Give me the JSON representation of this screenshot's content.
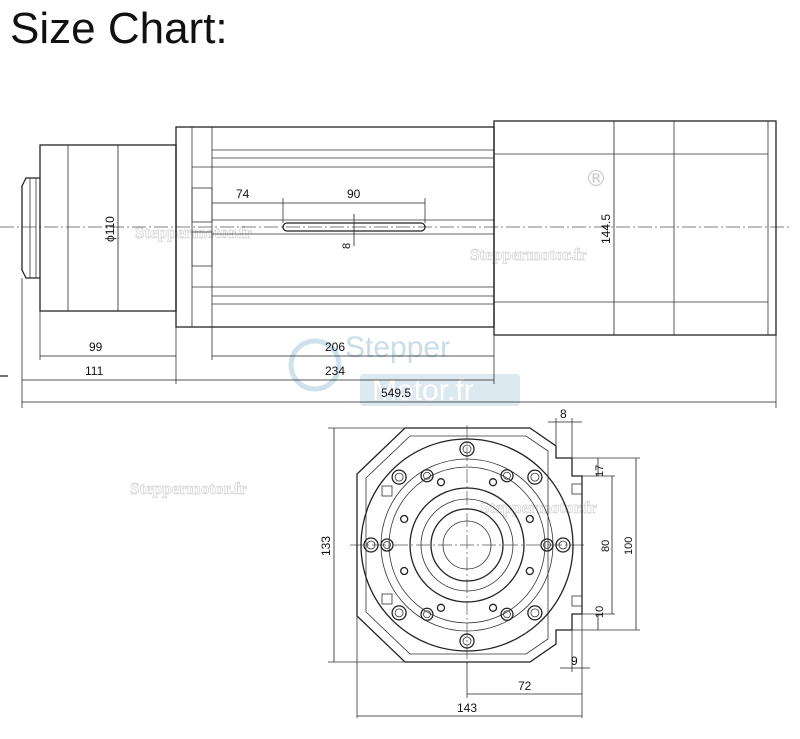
{
  "page": {
    "title": "Size Chart:"
  },
  "side_view": {
    "dims": {
      "body_diameter": "ϕ110",
      "height": "144.5",
      "slot_a": "74",
      "slot_b": "90",
      "slot_width": "8",
      "d99": "99",
      "d206": "206",
      "d111": "111",
      "d234": "234",
      "total": "549.5"
    }
  },
  "front_view": {
    "dims": {
      "d8": "8",
      "d17": "17",
      "d80": "80",
      "d100": "100",
      "d133": "133",
      "d10": "10",
      "d9": "9",
      "d72": "72",
      "d143": "143"
    }
  },
  "watermarks": {
    "site": "Steppermotor.fr",
    "logo_top": "Stepper",
    "logo_bottom": "Motor.fr",
    "registered": "®"
  }
}
